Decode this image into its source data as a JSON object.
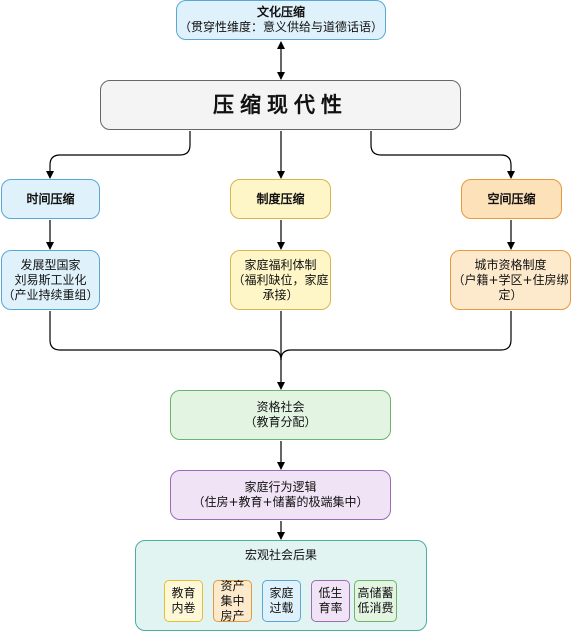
{
  "top": {
    "title": "文化压缩",
    "subtitle": "（贯穿性维度：意义供给与道德话语）"
  },
  "main": {
    "title": "压缩现代性"
  },
  "dimensions": [
    {
      "title": "时间压缩",
      "lines": [
        "发展型国家",
        "刘易斯工业化",
        "（产业持续重组）"
      ]
    },
    {
      "title": "制度压缩",
      "lines": [
        "家庭福利体制",
        "（福利缺位，家庭",
        "承接）"
      ]
    },
    {
      "title": "空间压缩",
      "lines": [
        "城市资格制度",
        "（户籍+学区+住房绑",
        "定）"
      ]
    }
  ],
  "qualification": {
    "title": "资格社会",
    "subtitle": "（教育分配）"
  },
  "family": {
    "title": "家庭行为逻辑",
    "subtitle": "（住房+教育+储蓄的极端集中）"
  },
  "macro": {
    "title": "宏观社会后果",
    "items": [
      {
        "lines": [
          "教育",
          "内卷"
        ]
      },
      {
        "lines": [
          "资产",
          "集中",
          "房产"
        ]
      },
      {
        "lines": [
          "家庭",
          "过载"
        ]
      },
      {
        "lines": [
          "低生",
          "育率"
        ]
      },
      {
        "lines": [
          "高储蓄",
          "低消费"
        ]
      }
    ]
  },
  "colors": {
    "line": "#000000"
  }
}
